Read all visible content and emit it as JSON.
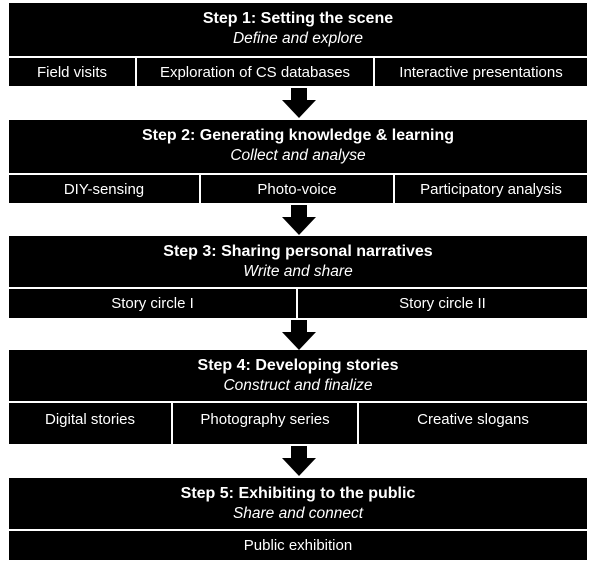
{
  "steps": [
    {
      "title": "Step 1: Setting the scene",
      "subtitle": "Define and explore",
      "items": [
        "Field visits",
        "Exploration of CS databases",
        "Interactive presentations"
      ]
    },
    {
      "title": "Step 2: Generating knowledge & learning",
      "subtitle": "Collect and analyse",
      "items": [
        "DIY-sensing",
        "Photo-voice",
        "Participatory analysis"
      ]
    },
    {
      "title": "Step 3: Sharing personal narratives",
      "subtitle": "Write and share",
      "items": [
        "Story circle I",
        "Story circle II"
      ]
    },
    {
      "title": "Step 4: Developing stories",
      "subtitle": "Construct and finalize",
      "items": [
        "Digital stories",
        "Photography series",
        "Creative slogans"
      ]
    },
    {
      "title": "Step 5: Exhibiting to the public",
      "subtitle": "Share and connect",
      "items": [
        "Public exhibition"
      ]
    }
  ],
  "colors": {
    "box": "#000000",
    "text": "#ffffff",
    "arrow": "#000000"
  }
}
